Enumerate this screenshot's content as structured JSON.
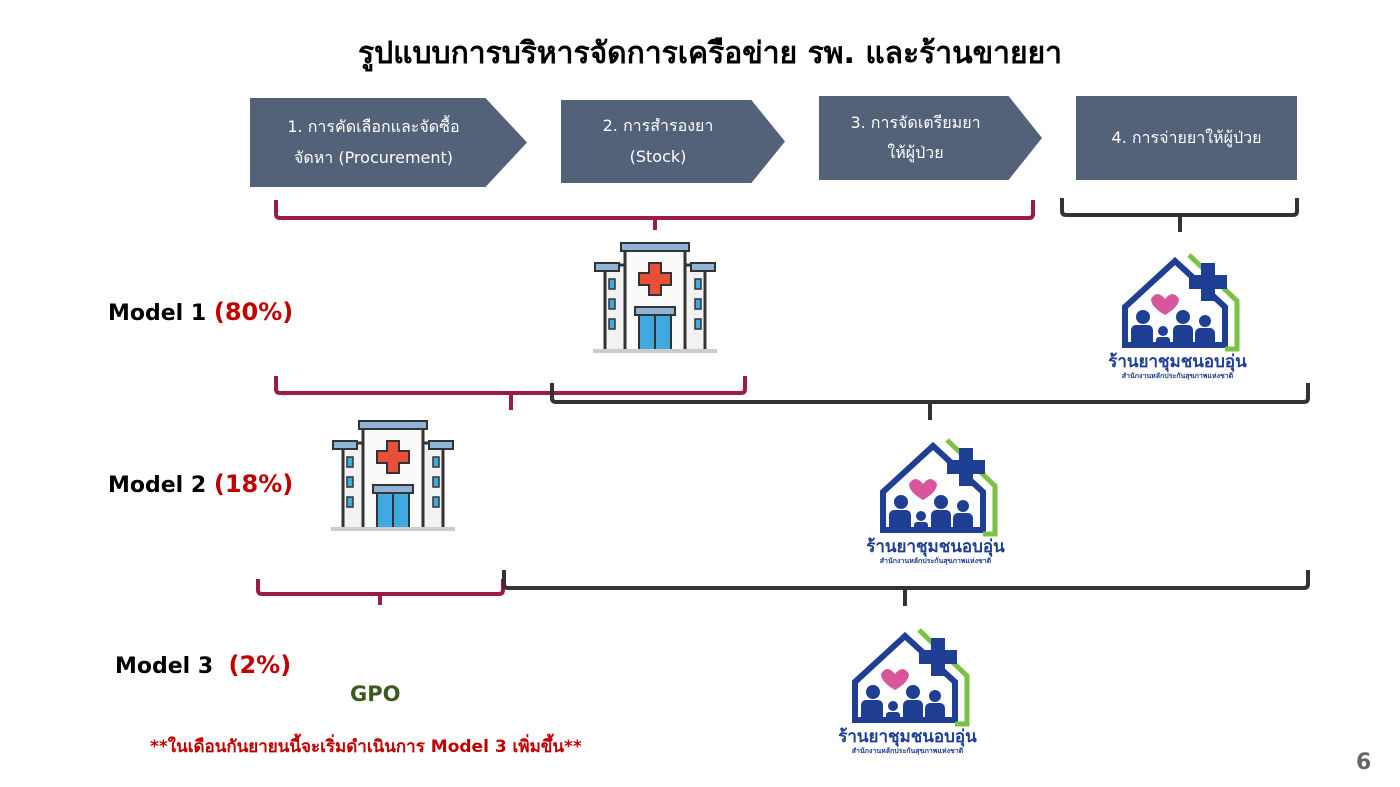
{
  "title": "รูปแบบการบริหารจัดการเครือข่าย รพ. และร้านขายยา",
  "steps": [
    {
      "line1": "1. การคัดเลือกและจัดซื้อ",
      "line2": "จัดหา (Procurement)"
    },
    {
      "line1": "2. การสำรองยา",
      "line2": "(Stock)"
    },
    {
      "line1": "3. การจัดเตรียมยา",
      "line2": "ให้ผู้ป่วย"
    },
    {
      "line1": "4. การจ่ายยาให้ผู้ป่วย"
    }
  ],
  "models": [
    {
      "label": "Model 1",
      "percent": "(80%)"
    },
    {
      "label": "Model 2",
      "percent": "(18%)"
    },
    {
      "label": "Model 3",
      "percent": "(2%)"
    }
  ],
  "gpo": "GPO",
  "note": "**ในเดือนกันยายนนี้จะเริ่มดำเนินการ Model 3 เพิ่มขึ้น**",
  "page_number": "6",
  "logo": {
    "name": "ร้านยาชุมชนอบอุ่น",
    "org": "สำนักงานหลักประกันสุขภาพแห่งชาติ"
  },
  "colors": {
    "step": "#536179",
    "hospital_bracket": "#9b1c46",
    "pharmacy_bracket": "#333333",
    "percent": "#c00000",
    "gpo": "#3b5a1c"
  },
  "icons": [
    "hospital-icon",
    "community-pharmacy-logo"
  ]
}
